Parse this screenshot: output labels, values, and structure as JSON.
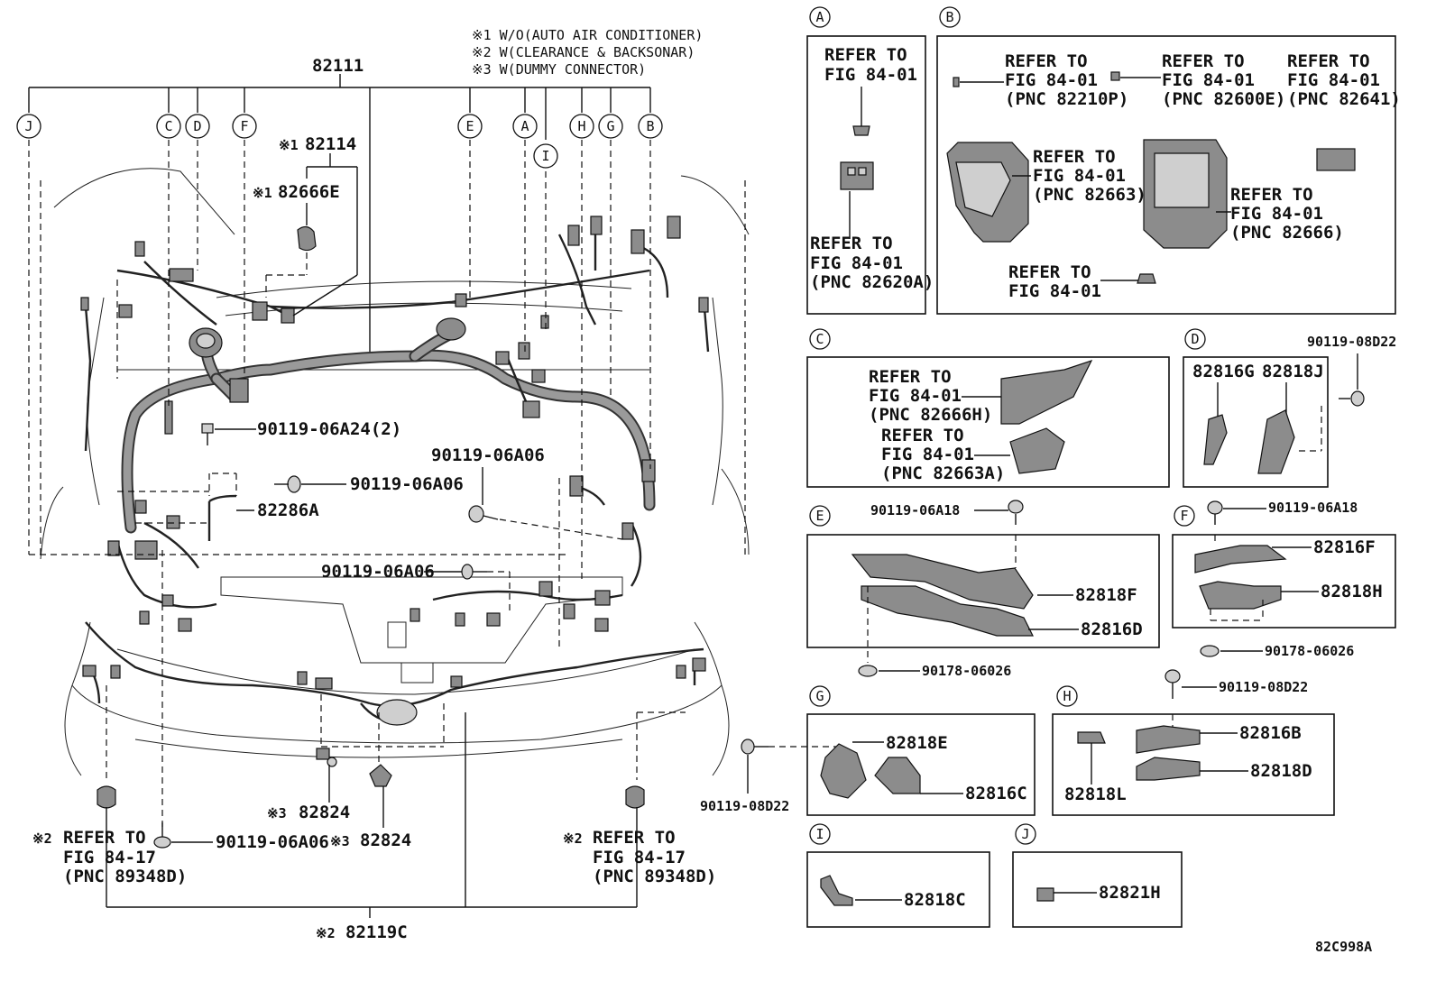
{
  "notes": [
    "※1 W/O(AUTO AIR CONDITIONER)",
    "※2 W(CLEARANCE & BACKSONAR)",
    "※3 W(DUMMY CONNECTOR)"
  ],
  "main": {
    "part_82111": "82111",
    "callouts": [
      "J",
      "C",
      "D",
      "F",
      "E",
      "A",
      "I",
      "H",
      "G",
      "B"
    ],
    "mark1": "※1",
    "mark2": "※2",
    "mark3": "※3",
    "part_82114": "82114",
    "part_82666E": "82666E",
    "bolt_06A24": "90119-06A24(2)",
    "bolt_06A06_top": "90119-06A06",
    "bolt_06A06_mid": "90119-06A06",
    "part_82286A": "82286A",
    "bolt_06A06_center": "90119-06A06",
    "bolt_06A06_bottom": "90119-06A06",
    "part_82824_a": "82824",
    "part_82824_b": "82824",
    "refer_left": [
      "REFER TO",
      "FIG 84-17",
      "(PNC 89348D)"
    ],
    "refer_right": [
      "REFER TO",
      "FIG 84-17",
      "(PNC 89348D)"
    ],
    "part_82119C": "82119C"
  },
  "panels": {
    "A": {
      "letter": "A",
      "refer1": [
        "REFER TO",
        "FIG 84-01"
      ],
      "refer2": [
        "REFER TO",
        "FIG 84-01",
        "(PNC 82620A)"
      ]
    },
    "B": {
      "letter": "B",
      "refer1": [
        "REFER TO",
        "FIG 84-01",
        "(PNC 82210P)"
      ],
      "refer2": [
        "REFER TO",
        "FIG 84-01",
        "(PNC 82600E)"
      ],
      "refer3": [
        "REFER TO",
        "FIG 84-01",
        "(PNC 82641)"
      ],
      "refer4": [
        "REFER TO",
        "FIG 84-01",
        "(PNC 82663)"
      ],
      "refer5": [
        "REFER TO",
        "FIG 84-01",
        "(PNC 82666)"
      ],
      "refer6": [
        "REFER TO",
        "FIG 84-01"
      ]
    },
    "C": {
      "letter": "C",
      "refer1": [
        "REFER TO",
        "FIG 84-01",
        "(PNC 82666H)"
      ],
      "refer2": [
        "REFER TO",
        "FIG 84-01",
        "(PNC 82663A)"
      ]
    },
    "D": {
      "letter": "D",
      "bolt": "90119-08D22",
      "part1": "82816G",
      "part2": "82818J"
    },
    "E": {
      "letter": "E",
      "bolt": "90119-06A18",
      "part1": "82818F",
      "part2": "82816D",
      "clip": "90178-06026"
    },
    "F": {
      "letter": "F",
      "bolt": "90119-06A18",
      "part1": "82816F",
      "part2": "82818H",
      "clip": "90178-06026"
    },
    "G": {
      "letter": "G",
      "part1": "82818E",
      "part2": "82816C",
      "bolt": "90119-08D22"
    },
    "H": {
      "letter": "H",
      "bolt": "90119-08D22",
      "part1": "82816B",
      "part2": "82818D",
      "part3": "82818L"
    },
    "I": {
      "letter": "I",
      "part1": "82818C"
    },
    "J": {
      "letter": "J",
      "part1": "82821H"
    }
  },
  "figure_code": "82C998A"
}
